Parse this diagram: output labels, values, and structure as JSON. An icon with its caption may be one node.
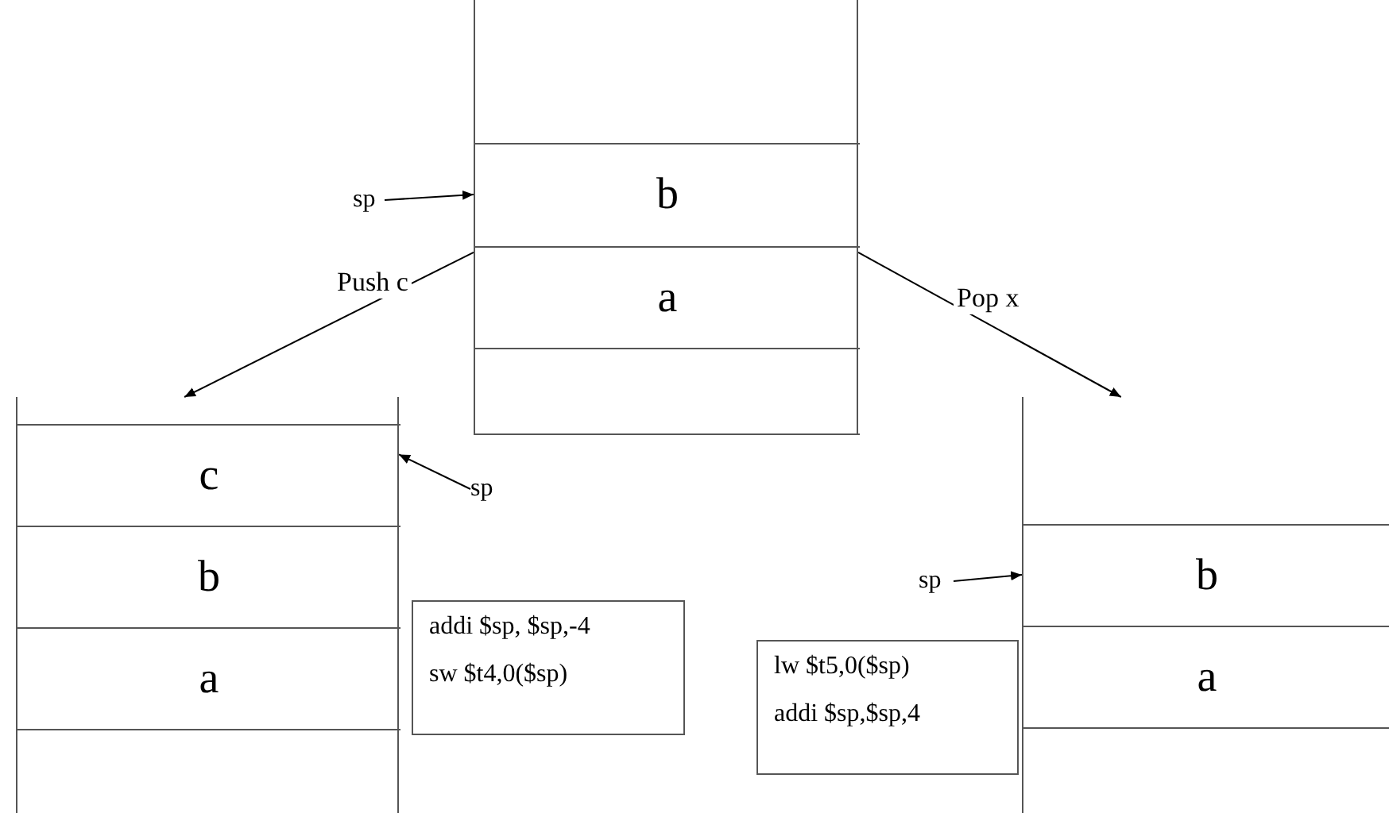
{
  "diagram": {
    "nodes": [
      {
        "text": [],
        "shape": "box"
      },
      {
        "text": [
          "b"
        ],
        "in": 0
      },
      {
        "text": [
          "a"
        ],
        "in": 0
      },
      {
        "text": [],
        "shape": "box",
        "in": 0
      },
      {
        "text": [
          "sp"
        ]
      },
      {
        "text": [],
        "shape": "box"
      },
      {
        "text": [
          "c"
        ],
        "in": 5
      },
      {
        "text": [
          "b"
        ],
        "in": 5
      },
      {
        "text": [
          "a"
        ],
        "in": 5
      },
      {
        "text": [],
        "shape": "box",
        "in": 5
      },
      {
        "text": [
          "sp"
        ]
      },
      {
        "text": [
          "addi $sp, $sp,-4",
          "sw $t4,0($sp)"
        ]
      },
      {
        "text": [],
        "shape": "box"
      },
      {
        "text": [
          "b"
        ],
        "in": 12
      },
      {
        "text": [
          "a"
        ],
        "in": 12
      },
      {
        "text": [],
        "shape": "box",
        "in": 12
      },
      {
        "text": [
          "sp"
        ]
      },
      {
        "text": [
          "lw $t5,0($sp)",
          "addi $sp,$sp,4"
        ]
      }
    ],
    "edges": [
      {
        "from": 4,
        "to": 1,
        "arrow": "to"
      },
      {
        "from": 0,
        "to": 5,
        "arrow": "to",
        "label": "Push c"
      },
      {
        "from": 0,
        "to": 12,
        "arrow": "to",
        "label": "Pop x"
      },
      {
        "from": 10,
        "to": 6,
        "arrow": "to"
      },
      {
        "from": 16,
        "to": 13,
        "arrow": "to"
      }
    ]
  }
}
